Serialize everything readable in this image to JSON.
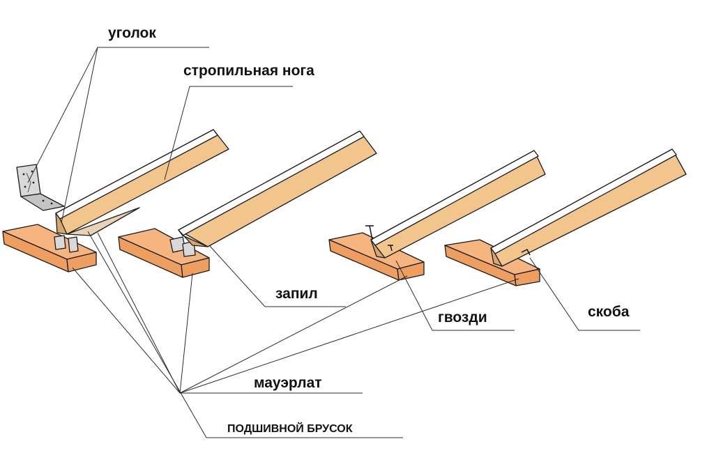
{
  "labels": {
    "corner_bracket": "уголок",
    "rafter_leg": "стропильная нога",
    "notch": "запил",
    "nails": "гвозди",
    "staple": "скоба",
    "mauerlat": "мауэрлат",
    "support_bar": "ПОДШИВНОЙ БРУСОК"
  },
  "colors": {
    "rafter": "#f1c58c",
    "rafter_side": "#d7a66b",
    "mauerlat": "#f6b47e",
    "mauerlat_side": "#ee9f60",
    "bracket": "#d9d9d9",
    "line": "#2b2b2b"
  }
}
